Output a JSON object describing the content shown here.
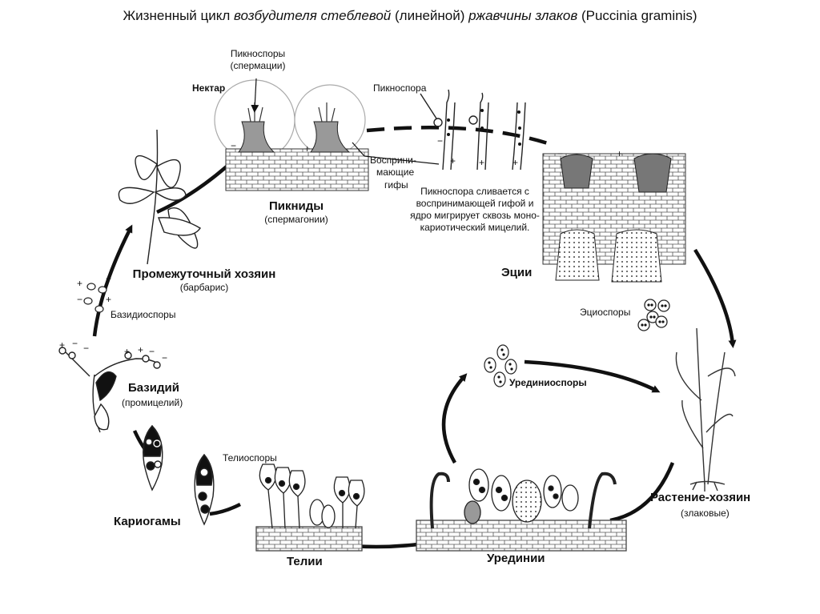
{
  "title": {
    "p1": "Жизненный цикл ",
    "p2": "возбудителя стеблевой",
    "p3": " (линейной) ",
    "p4": "ржавчины злаков",
    "p5": " (Puccinia graminis)"
  },
  "labels": {
    "pycnospores": "Пикноспоры",
    "spermatia": "(спермации)",
    "nectar": "Нектар",
    "pycnospore": "Пикноспора",
    "receptive1": "Восприни-",
    "receptive2": "мающие",
    "receptive3": "гифы",
    "pycnidia": "Пикниды",
    "spermogonia": "(спермагонии)",
    "fusion1": "Пикноспора сливается с",
    "fusion2": "воспринимающей гифой и",
    "fusion3": "ядро мигрирует сквозь моно-",
    "fusion4": "кариотический мицелий.",
    "aecia": "Эции",
    "aeciospores": "Эциоспоры",
    "alt_host": "Промежуточный хозяин",
    "barberry": "(барбарис)",
    "basidiospores": "Базидиоспоры",
    "basidium": "Базидий",
    "promycelium": "(промицелий)",
    "urediniospores": "Урединиоспоры",
    "teliospores": "Телиоспоры",
    "karyogamy": "Кариогамы",
    "telia": "Телии",
    "uredinia": "Урединии",
    "host_plant": "Растение-хозяин",
    "cereals": "(злаковые)"
  },
  "signs": {
    "plus": "+",
    "minus": "−"
  }
}
